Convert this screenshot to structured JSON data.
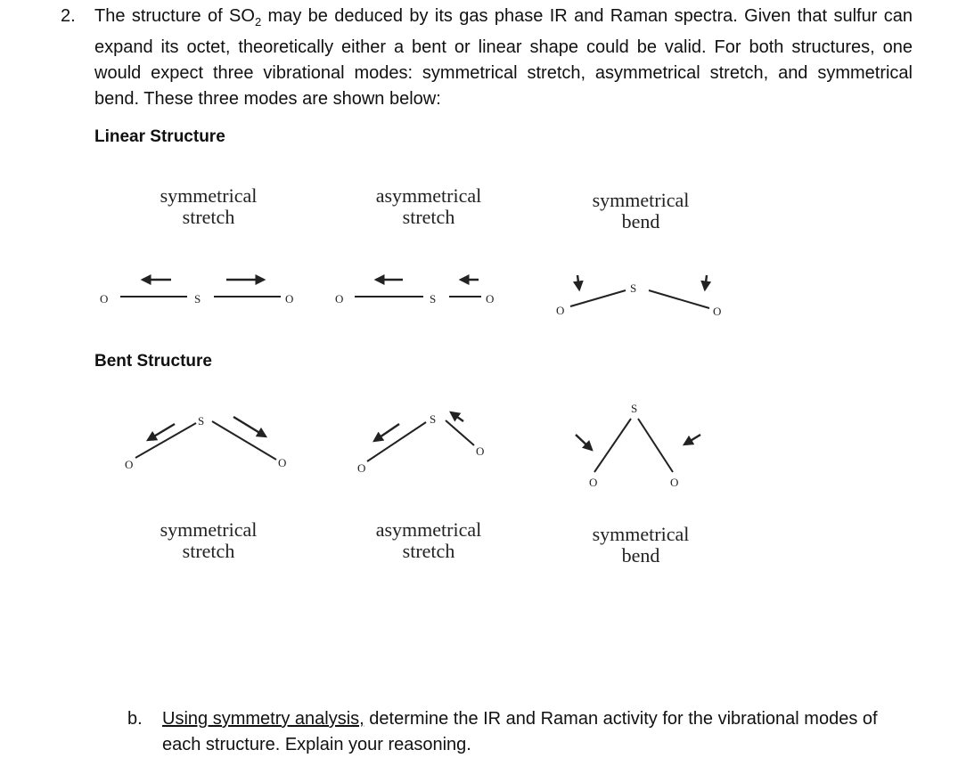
{
  "question": {
    "number": "2.",
    "text_before_sub": "The structure of SO",
    "subscript": "2",
    "text_after_sub": " may be deduced by its gas phase IR and Raman spectra.  Given that sulfur can expand its octet, theoretically either a bent or linear shape could be valid. For both structures, one would expect three vibrational modes: symmetrical stretch, asymmetrical stretch, and symmetrical bend. These three modes are shown below:"
  },
  "linear_section": {
    "heading": "Linear Structure",
    "modes": [
      {
        "line1": "symmetrical",
        "line2": "stretch"
      },
      {
        "line1": "asymmetrical",
        "line2": "stretch"
      },
      {
        "line1": "symmetrical",
        "line2": "bend"
      }
    ]
  },
  "bent_section": {
    "heading": "Bent Structure",
    "modes": [
      {
        "line1": "symmetrical",
        "line2": "stretch"
      },
      {
        "line1": "asymmetrical",
        "line2": "stretch"
      },
      {
        "line1": "symmetrical",
        "line2": "bend"
      }
    ]
  },
  "atoms": {
    "oxygen": "O",
    "sulfur": "S"
  },
  "part_b": {
    "letter": "b.",
    "underlined": "Using symmetry analysis,",
    "rest": " determine the IR and Raman activity for the vibrational modes of each structure. Explain your reasoning."
  }
}
